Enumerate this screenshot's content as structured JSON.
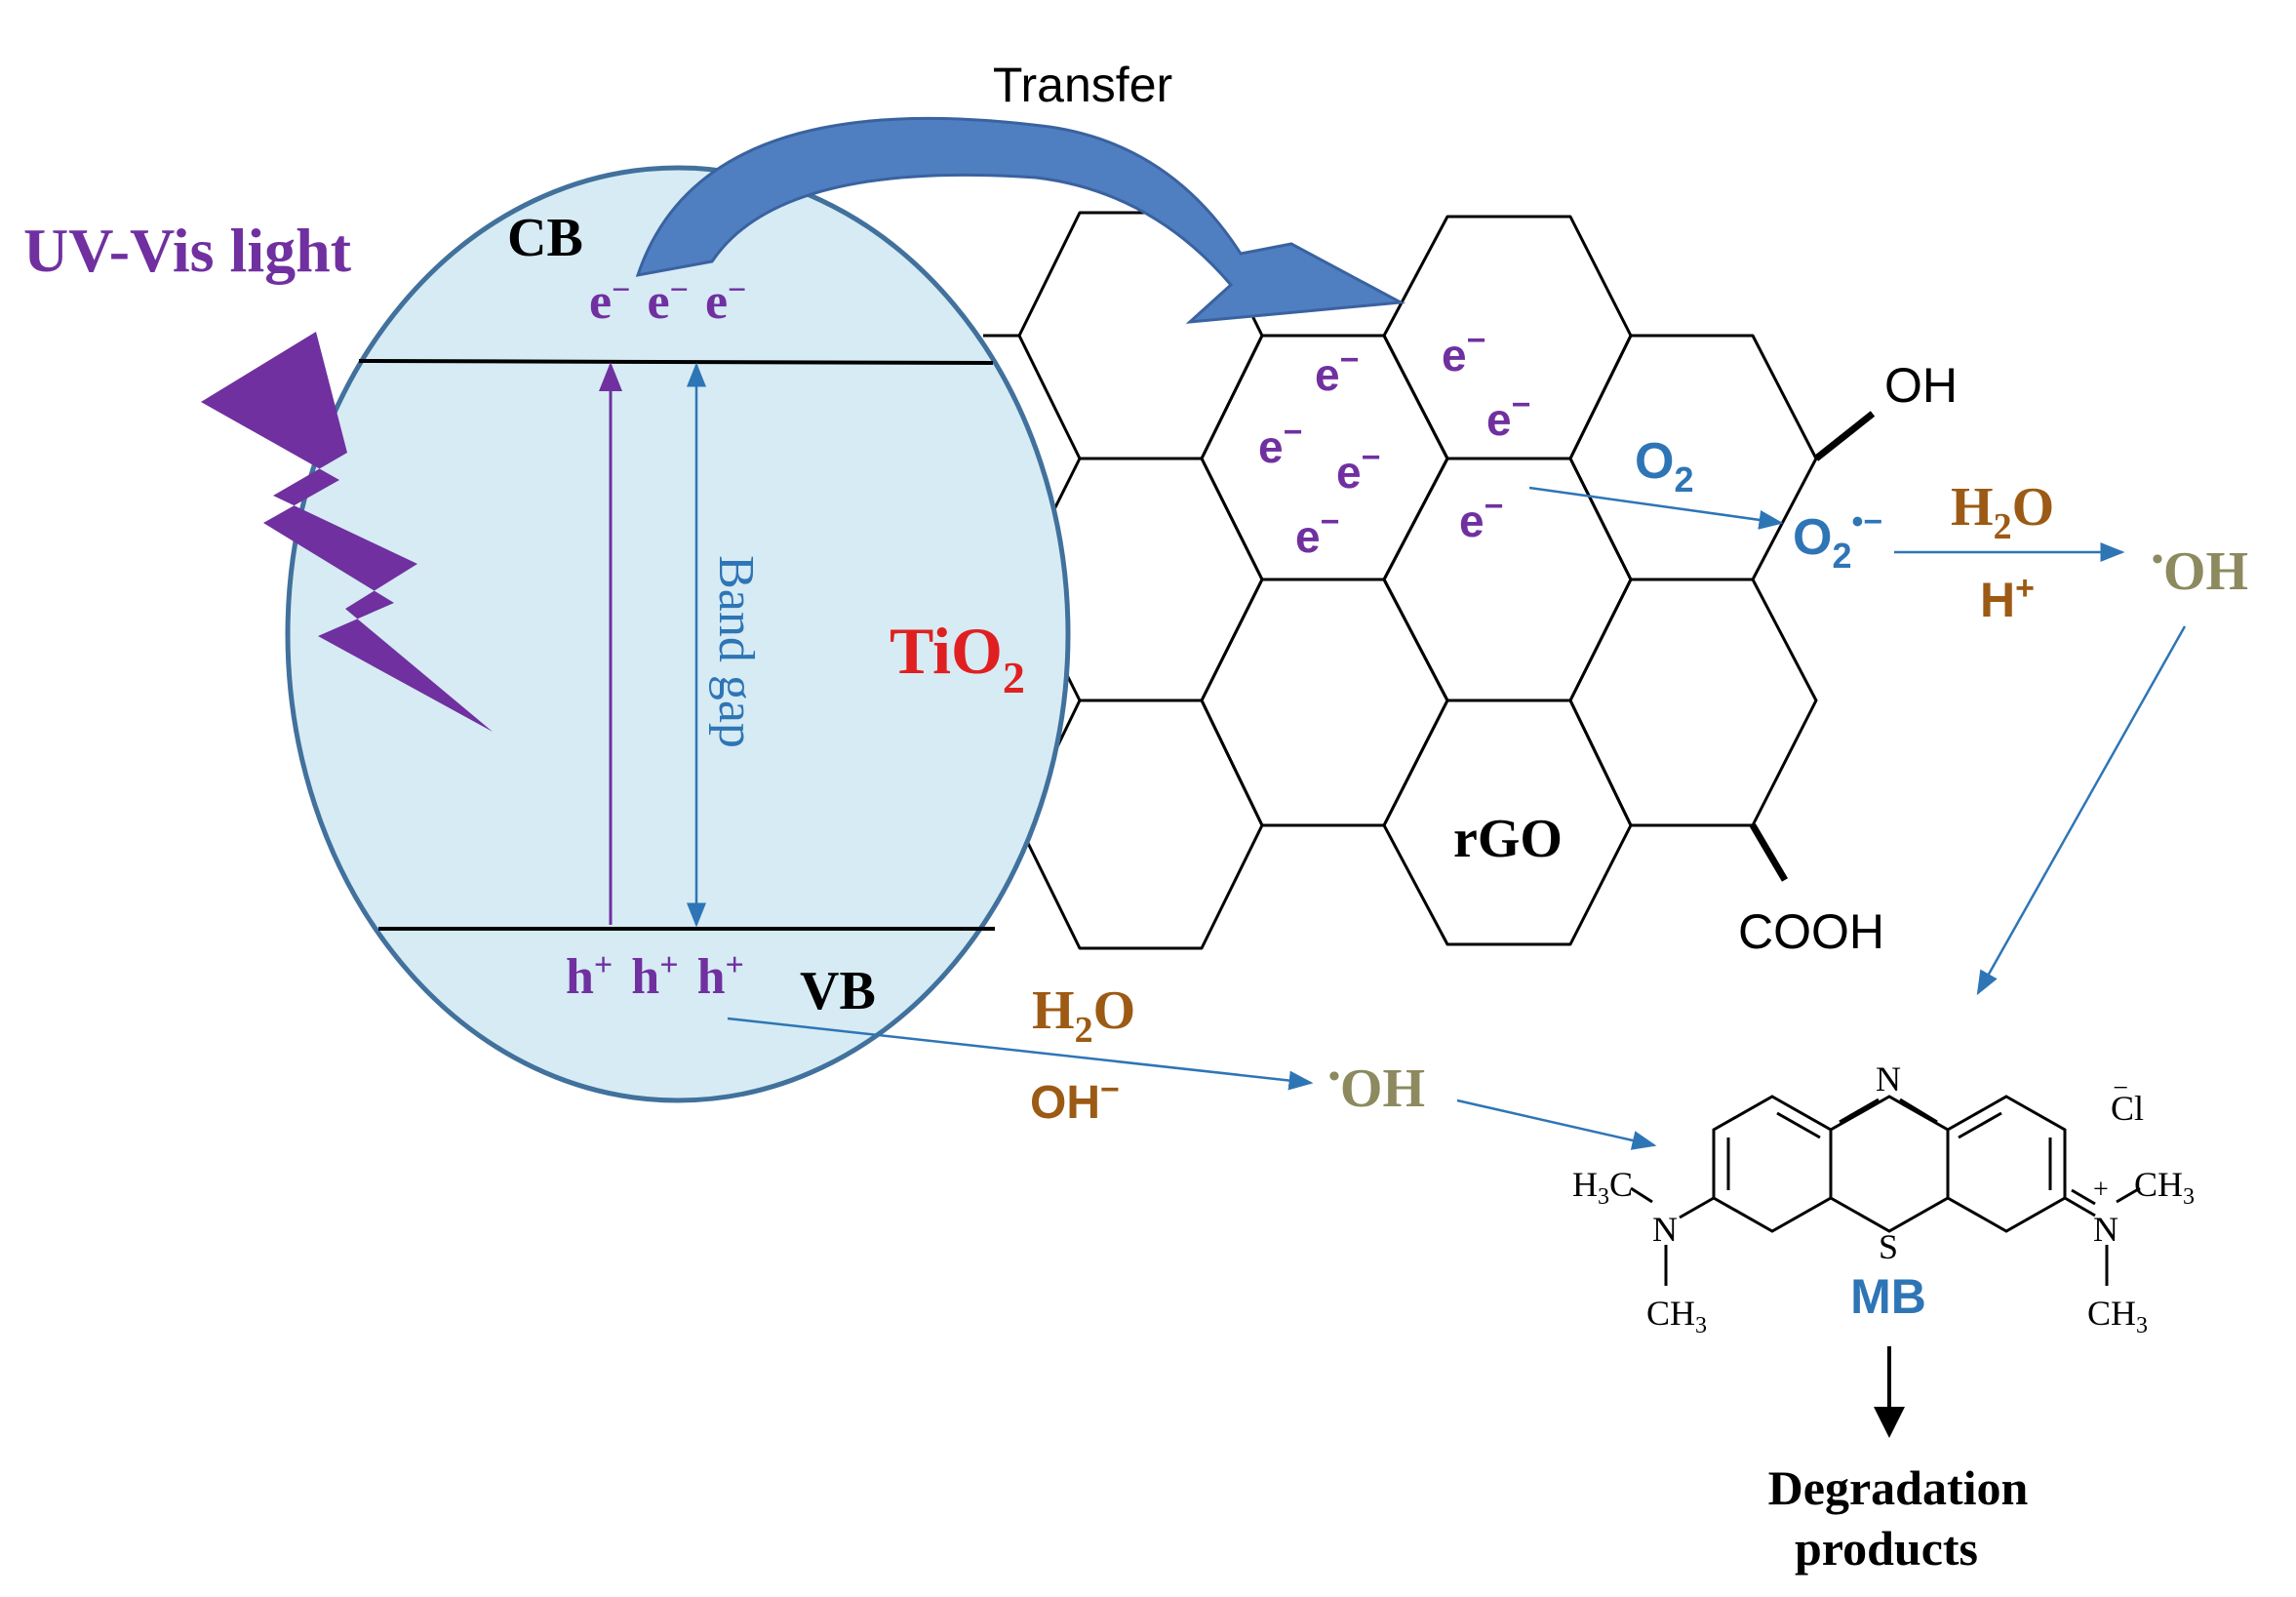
{
  "colors": {
    "purple": "#7030a0",
    "blue": "#2e75b6",
    "red": "#e02020",
    "brown": "#9c5a14",
    "olive": "#8c8a5e",
    "black": "#000000",
    "tio2_fill": "#d6ebf4",
    "tio2_stroke": "#41719c",
    "transfer_arrow": "#4f7fc0"
  },
  "icons": {
    "light": "lightning-bolt-icon",
    "transfer": "curved-arrow-icon"
  },
  "light": {
    "label": "UV-Vis light"
  },
  "transfer": {
    "label": "Transfer"
  },
  "tio2": {
    "label_main": "TiO",
    "label_sub": "2",
    "cb": "CB",
    "vb": "VB",
    "electrons": [
      "e",
      "e",
      "e"
    ],
    "electron_sup": "−",
    "holes": [
      "h",
      "h",
      "h"
    ],
    "hole_sup": "+",
    "band_gap": "Band gap"
  },
  "rgo": {
    "label": "rGO",
    "oh": "OH",
    "cooh": "COOH",
    "electrons": [
      "e",
      "e",
      "e",
      "e",
      "e",
      "e",
      "e"
    ],
    "electron_sup": "−"
  },
  "reduction": {
    "o2_main": "O",
    "o2_sub": "2",
    "superoxide_main": "O",
    "superoxide_sub": "2",
    "superoxide_sup": "•−",
    "h2o_main": "H",
    "h2o_sub": "2",
    "h2o_end": "O",
    "h_plus_main": "H",
    "h_plus_sup": "+",
    "oh_radical_dot": "•",
    "oh_radical": "OH"
  },
  "oxidation": {
    "h2o_main": "H",
    "h2o_sub": "2",
    "h2o_end": "O",
    "hydroxide_main": "OH",
    "hydroxide_sup": "−",
    "oh_radical_dot": "•",
    "oh_radical": "OH"
  },
  "mb": {
    "label": "MB",
    "n_top": "N",
    "s": "S",
    "cl_main": "Cl",
    "cl_sup": "−",
    "n_left": "N",
    "n_right": "N",
    "n_plus": "+",
    "h3c": "H",
    "h3c_sub": "3",
    "h3c_end": "C",
    "ch3": "CH",
    "ch3_sub": "3"
  },
  "degradation": {
    "line1": "Degradation",
    "line2": "products"
  }
}
